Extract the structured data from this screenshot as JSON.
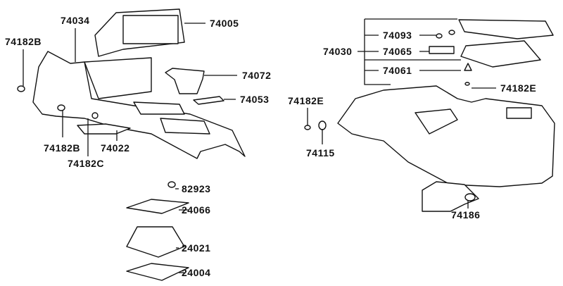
{
  "diagram": {
    "labels": {
      "p74034": "74034",
      "p74005": "74005",
      "p74182B_top": "74182B",
      "p74072": "74072",
      "p74053": "74053",
      "p74182B_bottom": "74182B",
      "p74022": "74022",
      "p74182C": "74182C",
      "p82923": "82923",
      "p24066": "24066",
      "p24021": "24021",
      "p24004": "24004",
      "p74093": "74093",
      "p74030": "74030",
      "p74065": "74065",
      "p74061": "74061",
      "p74182E_right": "74182E",
      "p74182E_left": "74182E",
      "p74115": "74115",
      "p74186": "74186"
    }
  }
}
